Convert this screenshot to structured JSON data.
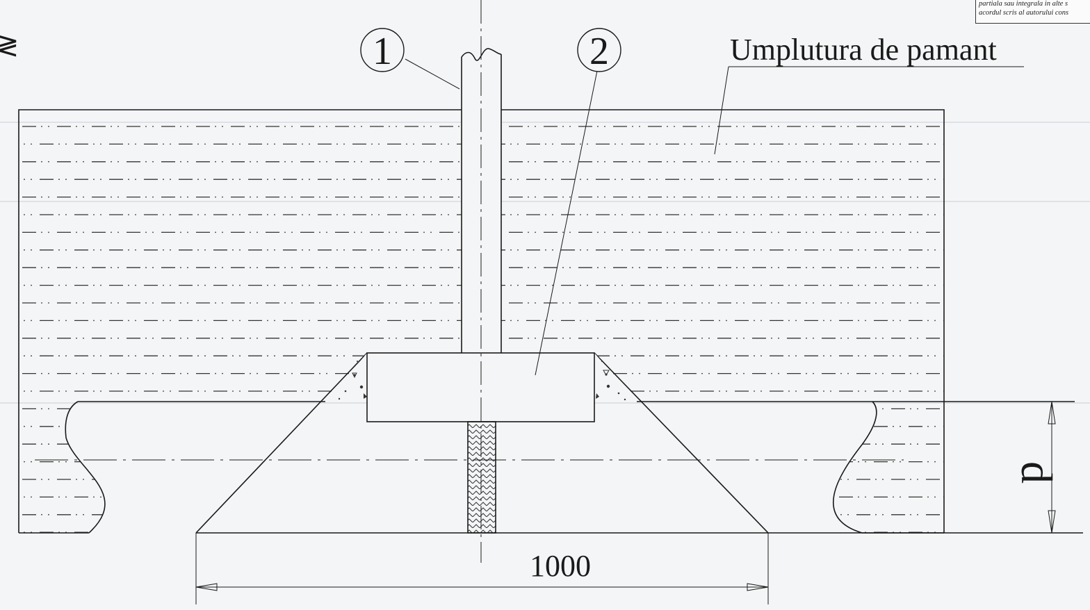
{
  "labels": {
    "part1": "1",
    "part2": "2",
    "soil_fill": "Umplutura de pamant",
    "dim_width": "1000",
    "dim_depth": "d"
  },
  "corner_note": {
    "lines": [
      "partiala sau integrala in alte s",
      "acordul scris al autorului cons"
    ]
  },
  "left_edge_glyph": "≷",
  "colors": {
    "line": "#1a1a1a",
    "hatch": "#333333",
    "paper": "#f4f5f6",
    "faint_guides": "#c9ced6"
  }
}
